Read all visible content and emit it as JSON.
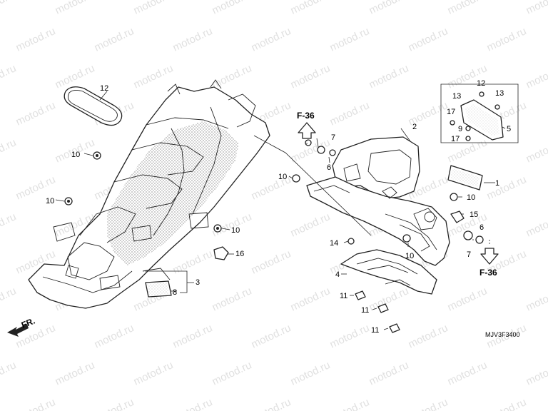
{
  "diagram": {
    "code": "MJV3F3400",
    "front_label": "FR.",
    "refs": [
      "F-36",
      "F-36"
    ],
    "callouts": [
      "1",
      "2",
      "3",
      "4",
      "5",
      "6",
      "6",
      "7",
      "7",
      "8",
      "9",
      "10",
      "10",
      "10",
      "10",
      "10",
      "10",
      "11",
      "11",
      "11",
      "12",
      "12",
      "13",
      "13",
      "14",
      "15",
      "16",
      "17",
      "17"
    ],
    "watermark": "motod.ru"
  }
}
